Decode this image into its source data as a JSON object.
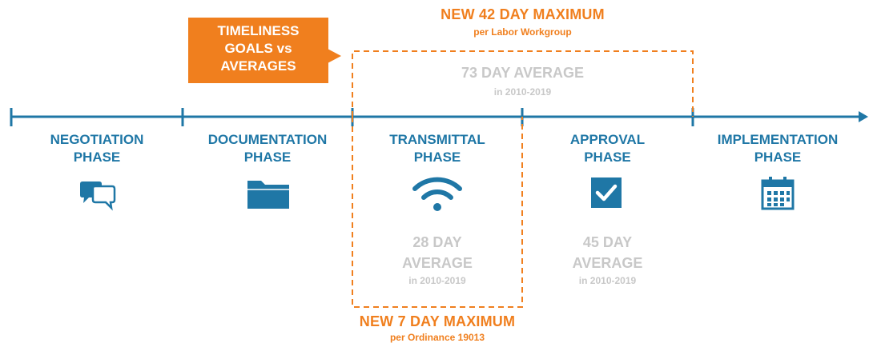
{
  "callout": {
    "lines": [
      "TIMELINESS",
      "GOALS vs",
      "AVERAGES"
    ]
  },
  "top_goal": {
    "title": "NEW 42 DAY MAXIMUM",
    "subtitle": "per Labor Workgroup"
  },
  "top_average": {
    "value": "73 DAY AVERAGE",
    "period": "in 2010-2019"
  },
  "phases": [
    {
      "line1": "NEGOTIATION",
      "line2": "PHASE",
      "icon": "speech-bubbles-icon"
    },
    {
      "line1": "DOCUMENTATION",
      "line2": "PHASE",
      "icon": "folder-icon"
    },
    {
      "line1": "TRANSMITTAL",
      "line2": "PHASE",
      "icon": "wifi-icon"
    },
    {
      "line1": "APPROVAL",
      "line2": "PHASE",
      "icon": "checkbox-icon"
    },
    {
      "line1": "IMPLEMENTATION",
      "line2": "PHASE",
      "icon": "calendar-icon"
    }
  ],
  "transmittal_average": {
    "line1": "28 DAY",
    "line2": "AVERAGE",
    "period": "in 2010-2019"
  },
  "approval_average": {
    "line1": "45 DAY",
    "line2": "AVERAGE",
    "period": "in 2010-2019"
  },
  "bottom_goal": {
    "title": "NEW 7 DAY MAXIMUM",
    "subtitle": "per Ordinance 19013"
  },
  "colors": {
    "blue": "#1f77a6",
    "orange": "#f07f1e",
    "grey": "#c8c8c8"
  }
}
